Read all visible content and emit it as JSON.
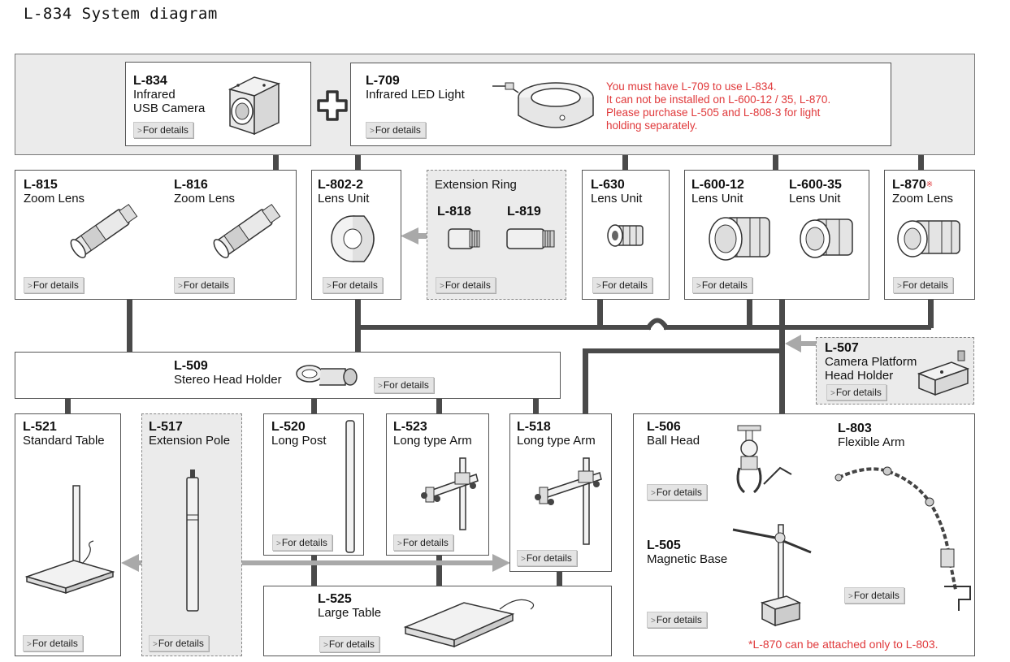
{
  "page_title": "L-834 System diagram",
  "details_label": "For details",
  "accent_red": "#e0393b",
  "products": {
    "l834": {
      "code": "L-834",
      "line1": "Infrared",
      "line2": "USB Camera"
    },
    "l709": {
      "code": "L-709",
      "name": "Infrared LED Light"
    },
    "l815": {
      "code": "L-815",
      "name": "Zoom Lens"
    },
    "l816": {
      "code": "L-816",
      "name": "Zoom Lens"
    },
    "l802": {
      "code": "L-802-2",
      "name": "Lens Unit"
    },
    "extension_ring": {
      "title": "Extension Ring"
    },
    "l818": {
      "code": "L-818"
    },
    "l819": {
      "code": "L-819"
    },
    "l630": {
      "code": "L-630",
      "name": "Lens Unit"
    },
    "l60012": {
      "code": "L-600-12",
      "name": "Lens Unit"
    },
    "l60035": {
      "code": "L-600-35",
      "name": "Lens Unit"
    },
    "l870": {
      "code": "L-870",
      "mark": "※",
      "name": "Zoom Lens"
    },
    "l509": {
      "code": "L-509",
      "name": "Stereo Head Holder"
    },
    "l507": {
      "code": "L-507",
      "line1": "Camera Platform",
      "line2": "Head Holder"
    },
    "l521": {
      "code": "L-521",
      "name": "Standard Table"
    },
    "l517": {
      "code": "L-517",
      "name": "Extension Pole"
    },
    "l520": {
      "code": "L-520",
      "name": "Long Post"
    },
    "l523": {
      "code": "L-523",
      "name": "Long type Arm"
    },
    "l518": {
      "code": "L-518",
      "name": "Long type Arm"
    },
    "l506": {
      "code": "L-506",
      "name": "Ball Head"
    },
    "l803": {
      "code": "L-803",
      "name": "Flexible Arm"
    },
    "l505": {
      "code": "L-505",
      "name": "Magnetic Base"
    },
    "l525": {
      "code": "L-525",
      "name": "Large Table"
    }
  },
  "notes": {
    "l709_line1": "You must have L-709 to use L-834.",
    "l709_line2": "It can not be installed on L-600-12 / 35, L-870.",
    "l709_line3": "Please purchase L-505 and L-808-3 for light",
    "l709_line4": "holding separately.",
    "footnote": "*L-870 can be attached only to L-803."
  }
}
